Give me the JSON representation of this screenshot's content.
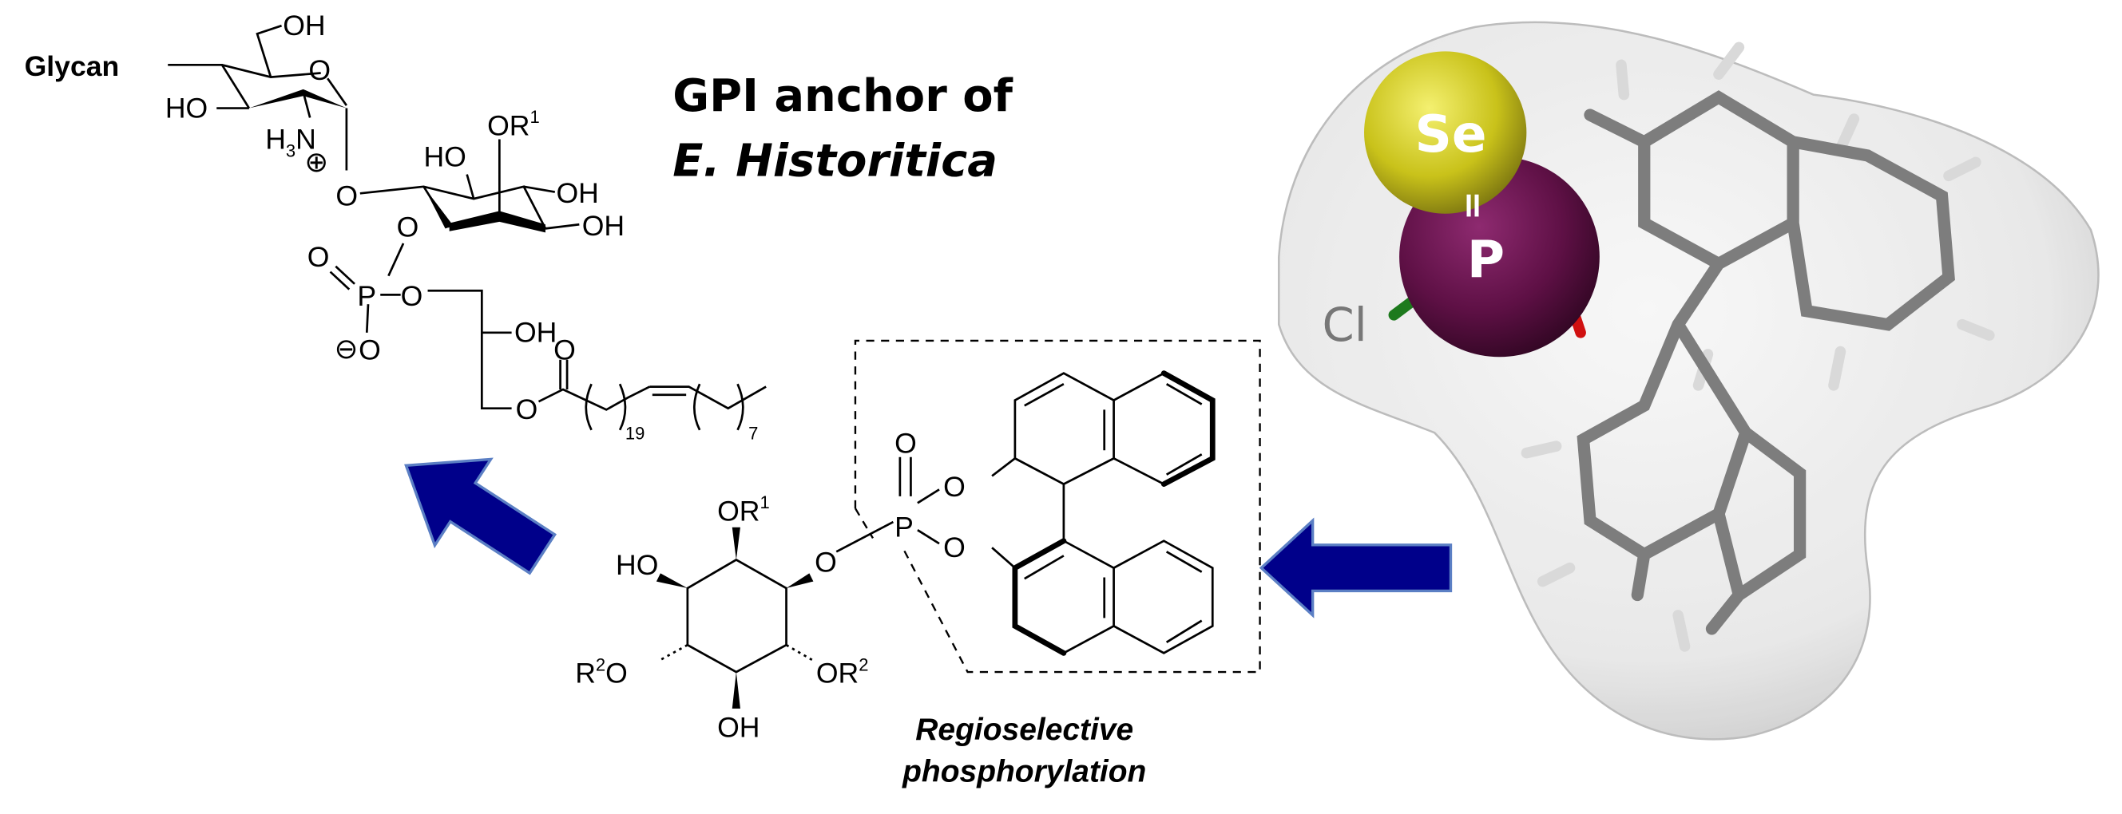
{
  "colors": {
    "arrow": "#00008a",
    "arrow_edge": "#5b7fc4",
    "selenium": "#d9d31f",
    "phosphorus": "#6b1550",
    "chlorine_bond": "#1d7a1d",
    "oxygen_bond": "#d01010"
  },
  "title": {
    "line1": "GPI anchor of",
    "line2": "E. Historitica"
  },
  "gpi": {
    "glycan": "Glycan",
    "oh_top": "OH",
    "ring_o": "O",
    "ho": "HO",
    "h3n": {
      "h": "H",
      "sub": "3",
      "n": "N"
    },
    "plus": "⊕",
    "o_link": "O",
    "ho_ino": "HO",
    "or1": {
      "base": "OR",
      "sup": "1"
    },
    "oh_a": "OH",
    "oh_b": "OH",
    "o_phos": "O",
    "p_o_double": "O",
    "p": "P",
    "o_minus": "O",
    "minus": "⊖",
    "p_o_chain": "O",
    "oh_glycerol": "OH",
    "o_ester": "O",
    "o_carbonyl": "O",
    "n19": "19",
    "n7": "7"
  },
  "inositol": {
    "or1": {
      "base": "OR",
      "sup": "1"
    },
    "ho": "HO",
    "o": "O",
    "r2o": {
      "r": "R",
      "sup": "2",
      "o": "O"
    },
    "or2": {
      "base": "OR",
      "sup": "2"
    },
    "oh": "OH"
  },
  "binol_phos": {
    "p": "P",
    "o_double": "O",
    "o_upper": "O",
    "o_lower": "O"
  },
  "caption": {
    "line1": "Regioselective",
    "line2": "phosphorylation"
  },
  "model": {
    "se": "Se",
    "p": "P",
    "cl": "Cl",
    "double_bond": "="
  }
}
